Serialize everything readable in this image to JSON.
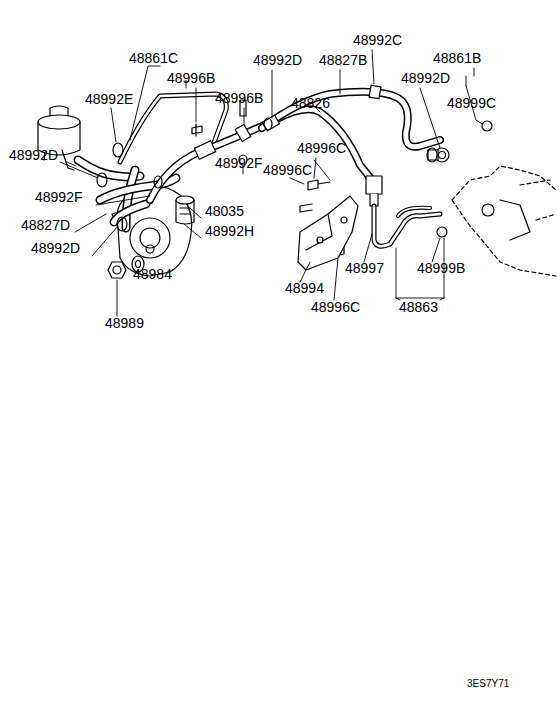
{
  "diagram": {
    "labels": [
      "48861C",
      "48996B",
      "48992D",
      "48992C",
      "48827B",
      "48861B",
      "48992E",
      "48996B",
      "48826",
      "48992D",
      "48999C",
      "48992D",
      "48996C",
      "48992F",
      "48996C",
      "48992F",
      "48035",
      "48827D",
      "48992H",
      "48992D",
      "48997",
      "48999B",
      "48994",
      "48984",
      "48996C",
      "48863",
      "48989",
      "3ES7Y71"
    ]
  }
}
